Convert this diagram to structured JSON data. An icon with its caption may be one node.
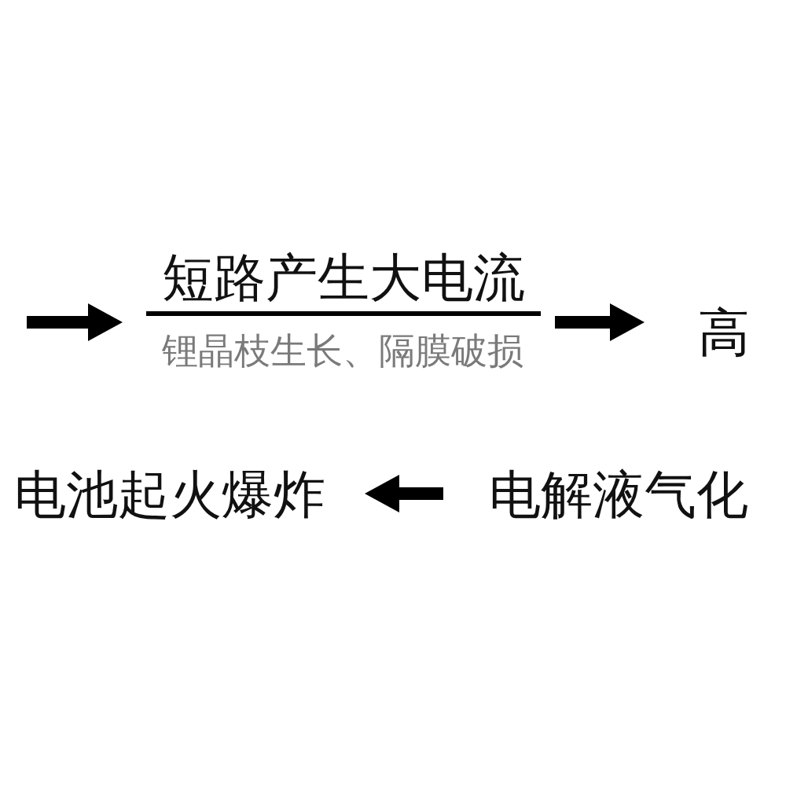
{
  "diagram": {
    "nodes": [
      {
        "text": [
          "短路产生大电流",
          "锂晶枝生长、隔膜破损"
        ]
      },
      {
        "text": [
          "高"
        ]
      },
      {
        "text": [
          "电解液气化"
        ]
      },
      {
        "text": [
          "电池起火爆炸"
        ]
      }
    ],
    "edges": [
      {
        "from": null,
        "to": 0,
        "arrow": "to"
      },
      {
        "from": 0,
        "to": 1,
        "arrow": "to"
      },
      {
        "from": 2,
        "to": 3,
        "arrow": "to"
      }
    ]
  }
}
